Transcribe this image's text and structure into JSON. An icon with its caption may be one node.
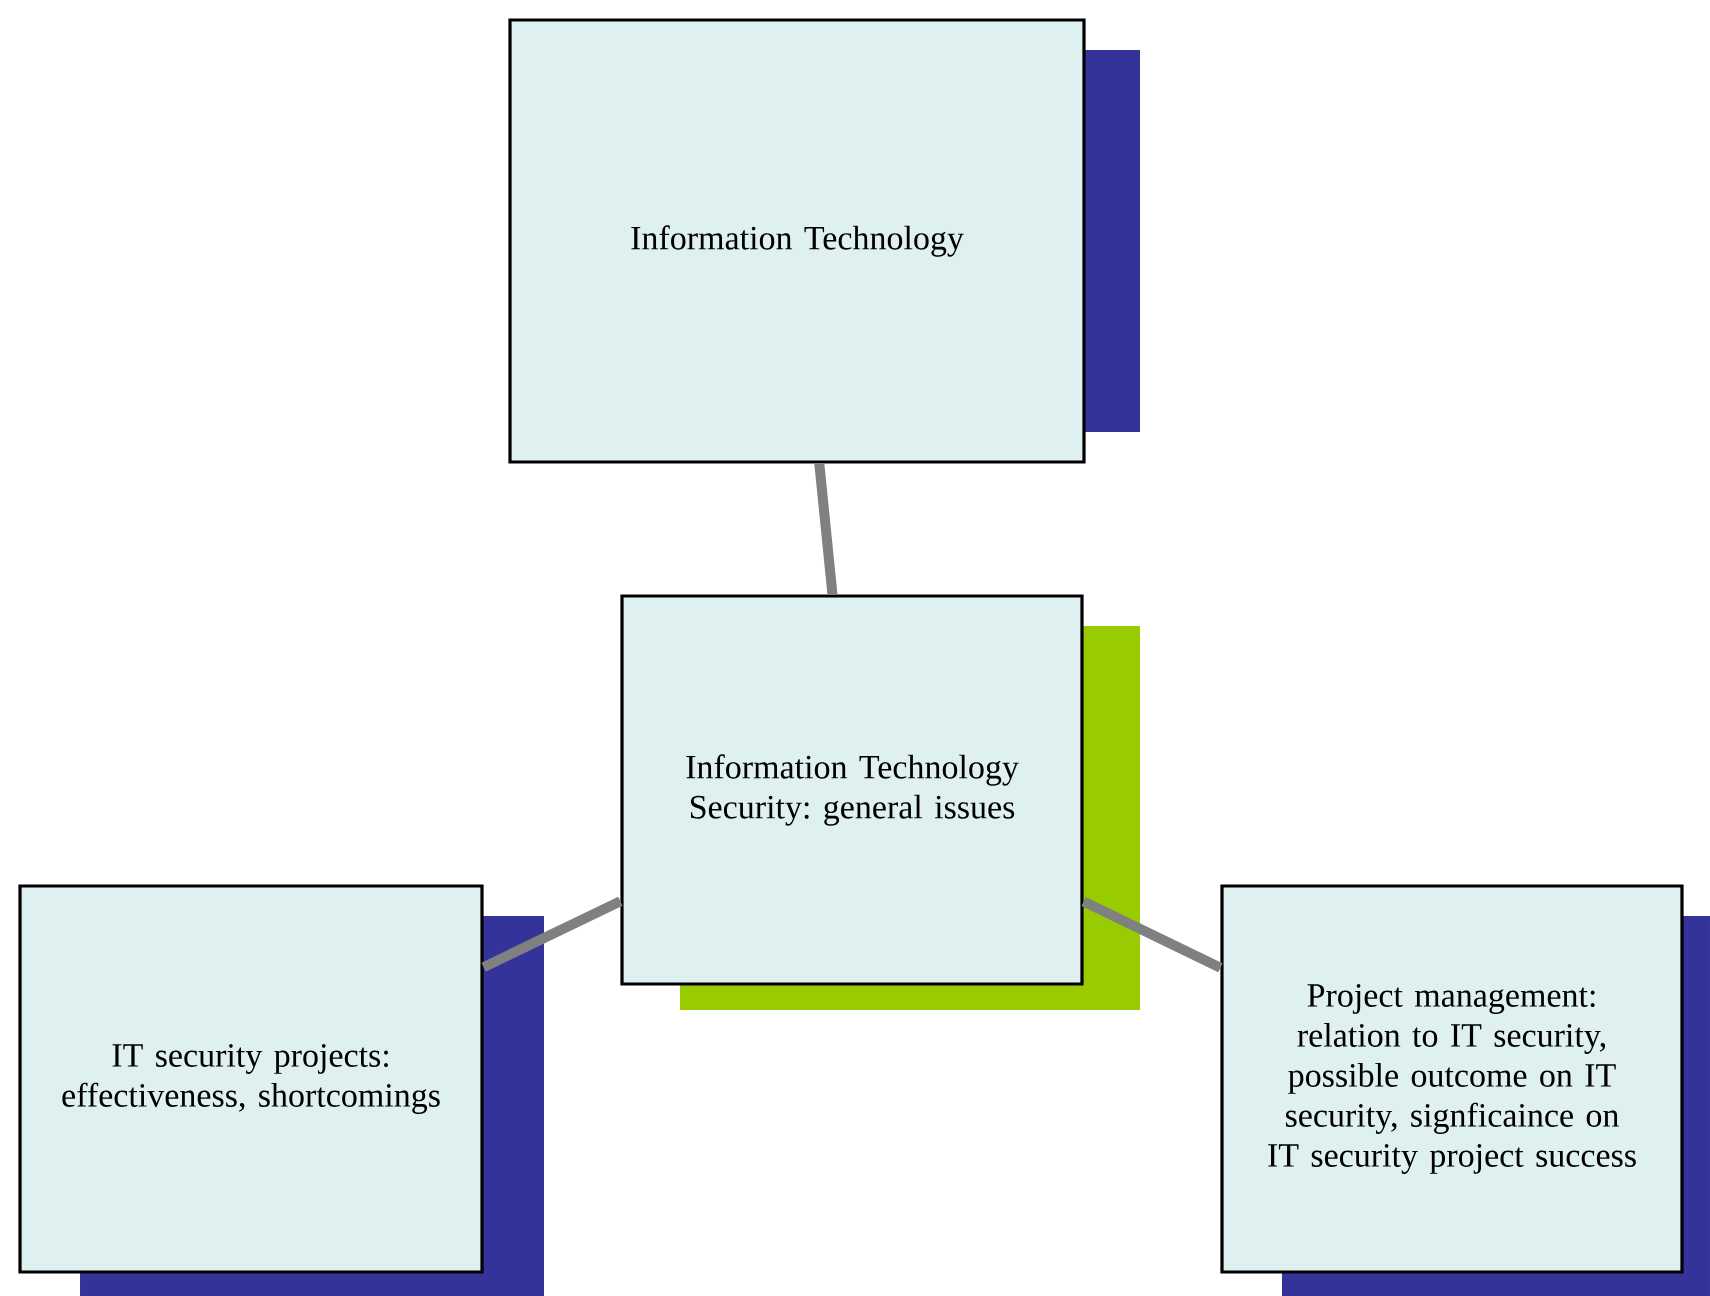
{
  "diagram": {
    "nodes": [
      {
        "text": [
          "Information Technology"
        ]
      },
      {
        "text": [
          "Information Technology Security: general issues"
        ]
      },
      {
        "text": [
          "IT security projects: effectiveness, shortcomings"
        ]
      },
      {
        "text": [
          "Project management: relation to IT security, possible outcome on IT security, signficaince on IT security project success"
        ]
      }
    ],
    "edges": [
      {
        "from": 0,
        "to": 1,
        "arrow": "none"
      },
      {
        "from": 1,
        "to": 2,
        "arrow": "none"
      },
      {
        "from": 1,
        "to": 3,
        "arrow": "none"
      }
    ]
  }
}
